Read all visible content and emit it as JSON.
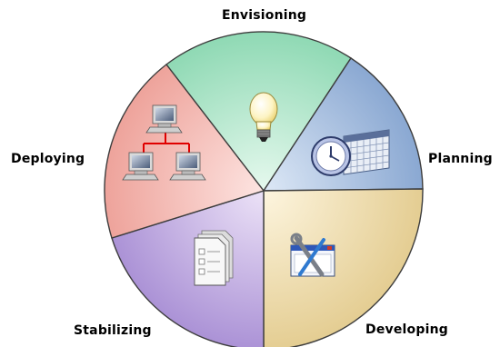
{
  "diagram": {
    "phases": [
      {
        "key": "envisioning",
        "label": "Envisioning",
        "color": "#9fe0c0",
        "icon": "lightbulb-icon"
      },
      {
        "key": "planning",
        "label": "Planning",
        "color": "#9ab4d8",
        "icon": "clock-calendar-icon"
      },
      {
        "key": "developing",
        "label": "Developing",
        "color": "#ecd9a6",
        "icon": "tools-window-icon"
      },
      {
        "key": "stabilizing",
        "label": "Stabilizing",
        "color": "#bca6de",
        "icon": "checklist-documents-icon"
      },
      {
        "key": "deploying",
        "label": "Deploying",
        "color": "#f1b4ae",
        "icon": "networked-computers-icon"
      }
    ]
  }
}
